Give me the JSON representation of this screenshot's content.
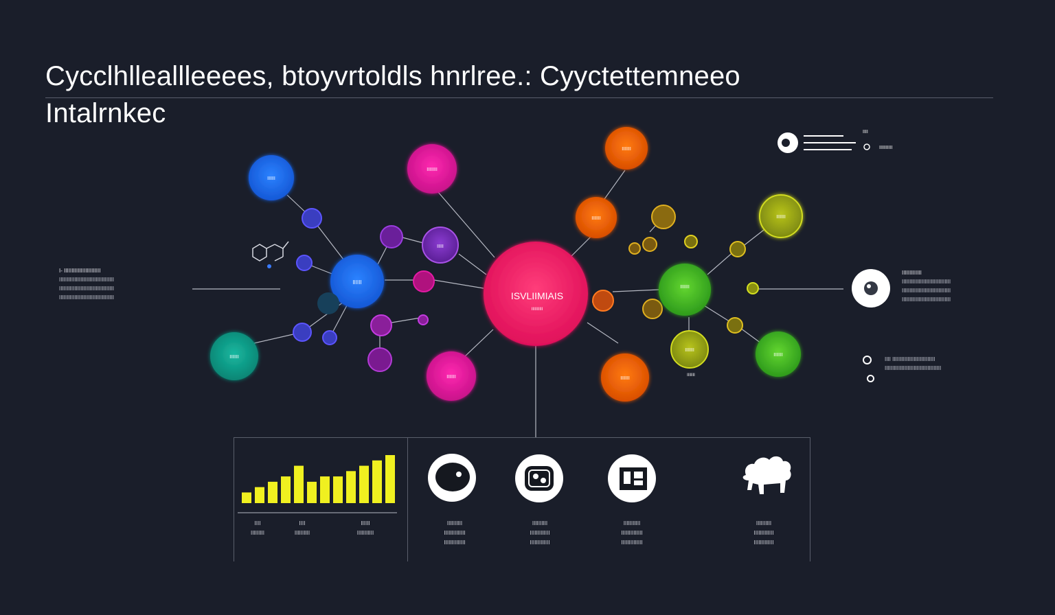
{
  "title": {
    "line1": "Cycclhlleallleeees, btoyvrtoldls hnrlree.: Cyyctettemneeo",
    "line2": "Intalrnkec"
  },
  "colors": {
    "background": "#1a1e2a",
    "blue": "#1f7bff",
    "magenta": "#ff1aa8",
    "purple": "#8a3bd0",
    "teal": "#12b7a2",
    "orange": "#ff6a00",
    "lime": "#c8d41a",
    "green": "#5bd61e",
    "yellow": "#f0f020",
    "hub": "#ff1e64"
  },
  "nodes": {
    "hub": "ISVLIIMIAIS",
    "hub_sub": "IIIIIIIIII",
    "blue_hub": "IIIIII",
    "blue_top": "IIIIII",
    "teal": "IIIIIII",
    "magenta_top": "IIIIIIII",
    "purple_mid": "IIIII",
    "magenta_bottom": "IIIIIII",
    "orange_top": "IIIIIII",
    "orange_mid": "IIIIIII",
    "orange_bottom": "IIIIIII",
    "green_hub": "IIIIIII",
    "lime_top": "IIIIIII",
    "green_right": "IIIIIII",
    "lime_bottom": "IIIIIII"
  },
  "side_left": {
    "header": "I- IIIIIIIIIIIIIIIIIIIIIIII",
    "lines": [
      "IIIIIIIIIIIIIIIIIIIIIIIIIIIIIIIIIIII",
      "IIIIIIIIIIIIIIIIIIIIIIIIIIIIIIIIIIII",
      "IIIIIIIIIIIIIIIIIIIIIIIIIIIIIIIIIIII"
    ]
  },
  "side_right": {
    "header": "IIIIIIIIIIIII",
    "lines": [
      "IIIIIIIIIIIIIIIIIIIIIIIIIIIIIIII",
      "IIIIIIIIIIIIIIIIIIIIIIIIIIIIIIII",
      "IIIIIIIIIIIIIIIIIIIIIIIIIIIIIIII"
    ]
  },
  "legend_top": {
    "label_a": "IIII",
    "label_b": "IIIIIIIIII"
  },
  "legend_bottom": {
    "line1": "IIII IIIIIIIIIIIIIIIIIIIIIIIIIIII",
    "line2": "IIIIIIIIIIIIIIIIIIIIIIIIIIIIIIIIIIIII"
  },
  "bars_chart": {
    "values": [
      2,
      3,
      4,
      5,
      7,
      4,
      5,
      5,
      6,
      7,
      8,
      9
    ]
  },
  "panel_captions": {
    "bars_a": [
      "IIII",
      "IIIIIIIII"
    ],
    "bars_b": [
      "IIII",
      "IIIIIIIIII"
    ],
    "bars_c": [
      "IIIIII",
      "IIIIIIIIIII"
    ],
    "icon1": [
      "IIIIIIIIII",
      "IIIIIIIIIIIIII",
      "IIIIIIIIIIIIII"
    ],
    "icon2": [
      "IIIIIIIIII",
      "IIIIIIIIIIIII",
      "IIIIIIIIIIIII"
    ],
    "icon3": [
      "IIIIIIIIIII",
      "IIIIIIIIIIIIII",
      "IIIIIIIIIIIIII"
    ],
    "icon4": [
      "IIIIIIIIII",
      "IIIIIIIIIIIII",
      "IIIIIIIIIIIII"
    ]
  },
  "icons": {
    "icon1": "speech-bubble-icon",
    "icon2": "molecule-icon",
    "icon3": "equipment-icon",
    "icon4": "animal-silhouette-icon",
    "right_disc": "cell-icon",
    "molecule_left": "molecule-structure-icon"
  }
}
